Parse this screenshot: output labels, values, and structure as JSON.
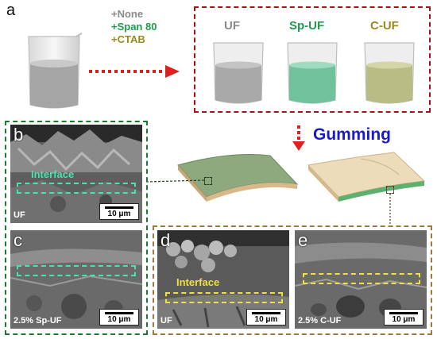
{
  "panel_a": {
    "letter": "a",
    "additives": [
      {
        "label": "+None",
        "color": "#8a8a8a"
      },
      {
        "label": "+Span 80",
        "color": "#1f9a4e"
      },
      {
        "label": "+CTAB",
        "color": "#9a8a1e"
      }
    ],
    "beakers": [
      {
        "label": "UF",
        "label_color": "#8a8a8a",
        "liquid_color": "#a9a9a9"
      },
      {
        "label": "Sp-UF",
        "label_color": "#1f9a4e",
        "liquid_color": "#6fc29b"
      },
      {
        "label": "C-UF",
        "label_color": "#9a8a1e",
        "liquid_color": "#b9bc84"
      }
    ],
    "box_color": "#a31515"
  },
  "gumming": {
    "label": "Gumming",
    "label_color": "#1a1acb",
    "arrow_color": "#e02020"
  },
  "sem_panels": {
    "b": {
      "letter": "b",
      "tag": "UF",
      "scale": "10 μm",
      "interface": "Interface",
      "interface_color": "#49e3b0"
    },
    "c": {
      "letter": "c",
      "tag": "2.5% Sp-UF",
      "scale": "10 μm"
    },
    "d": {
      "letter": "d",
      "tag": "UF",
      "scale": "10 μm",
      "interface": "Interface",
      "interface_color": "#f0e040"
    },
    "e": {
      "letter": "e",
      "tag": "2.5% C-UF",
      "scale": "10 μm"
    }
  },
  "frames": {
    "left_color": "#1e7a2e",
    "right_color": "#a07840"
  }
}
